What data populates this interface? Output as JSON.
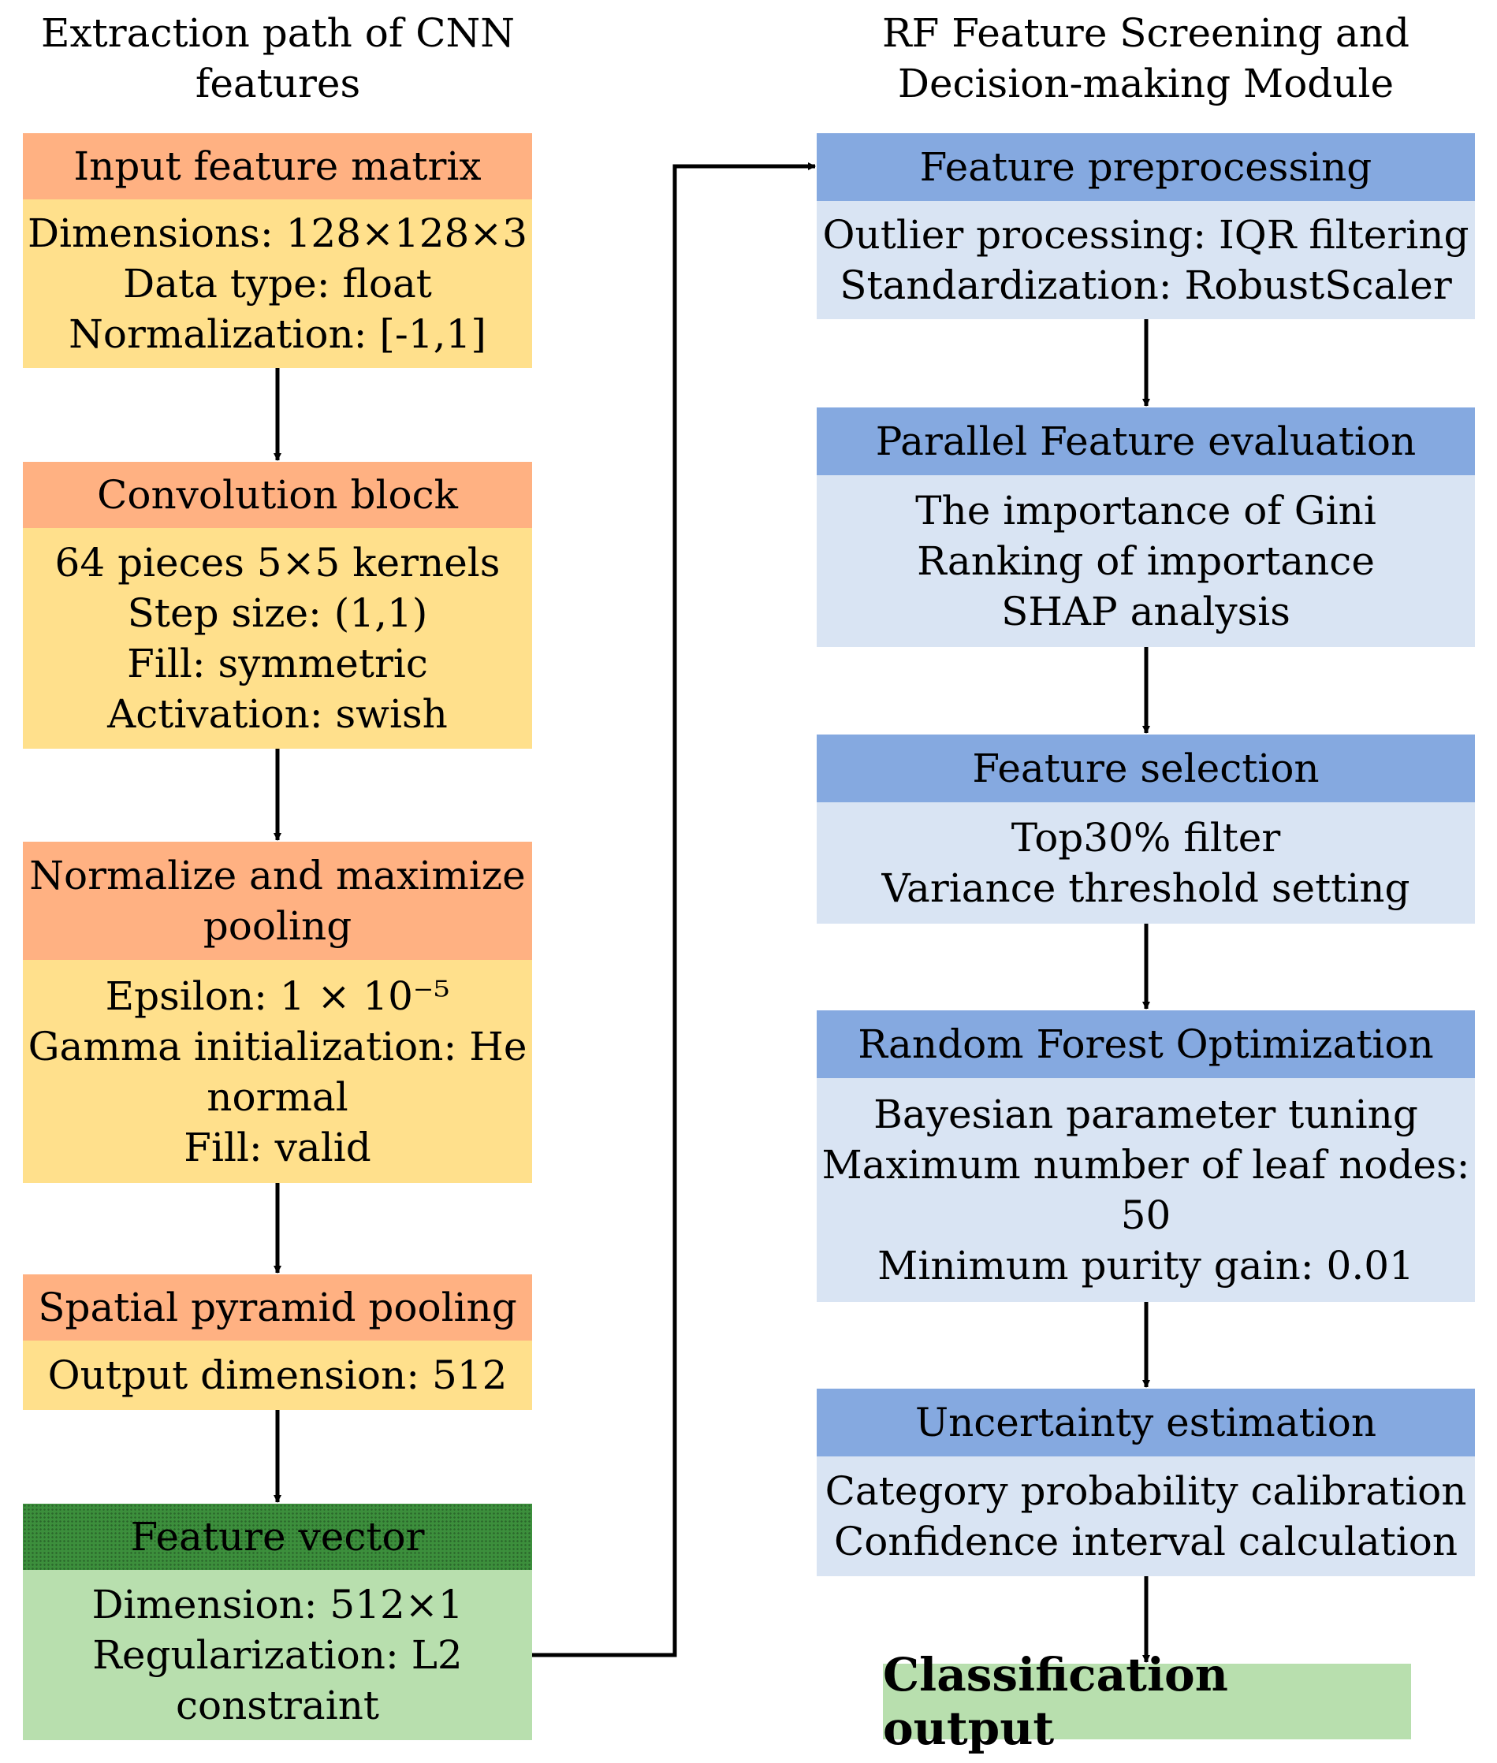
{
  "left_title_lines": [
    "Extraction path of CNN",
    "features"
  ],
  "right_title_lines": [
    "RF Feature Screening and",
    "Decision-making Module"
  ],
  "cnn_blocks": [
    {
      "header": [
        "Input feature matrix"
      ],
      "lines": [
        "Dimensions: 128×128×3",
        "Data type: float",
        "Normalization: [-1,1]"
      ]
    },
    {
      "header": [
        "Convolution block"
      ],
      "lines": [
        "64 pieces 5×5 kernels",
        "Step size: (1,1)",
        "Fill: symmetric",
        "Activation: swish"
      ]
    },
    {
      "header": [
        "Normalize and maximize",
        "pooling"
      ],
      "lines": [
        "Epsilon: 1 × 10⁻⁵",
        "Gamma initialization: He",
        "normal",
        "Fill: valid"
      ]
    },
    {
      "header": [
        "Spatial pyramid pooling"
      ],
      "lines": [
        "Output dimension: 512"
      ]
    }
  ],
  "feature_vector": {
    "header": [
      "Feature vector"
    ],
    "lines": [
      "Dimension: 512×1",
      "Regularization: L2",
      "constraint"
    ]
  },
  "rf_blocks": [
    {
      "header": [
        "Feature preprocessing"
      ],
      "lines": [
        "Outlier processing: IQR filtering",
        "Standardization: RobustScaler"
      ]
    },
    {
      "header": [
        "Parallel Feature evaluation"
      ],
      "lines": [
        "The importance of Gini",
        "Ranking of importance",
        "SHAP analysis"
      ]
    },
    {
      "header": [
        "Feature selection"
      ],
      "lines": [
        "Top30% filter",
        "Variance threshold setting"
      ]
    },
    {
      "header": [
        "Random Forest Optimization"
      ],
      "lines": [
        "Bayesian parameter tuning",
        "Maximum number of leaf nodes:",
        "50",
        "Minimum purity gain: 0.01"
      ]
    },
    {
      "header": [
        "Uncertainty estimation"
      ],
      "lines": [
        "Category probability calibration",
        "Confidence interval calculation"
      ]
    }
  ],
  "output_label": "Classification output",
  "colors": {
    "cnn_header": "#ffb182",
    "cnn_body": "#ffe08c",
    "feature_vector_header": "#3c8f3c",
    "feature_vector_body": "#b8dfae",
    "rf_header": "#85a9e0",
    "rf_body": "#d9e4f3",
    "output": "#b8dfae"
  }
}
